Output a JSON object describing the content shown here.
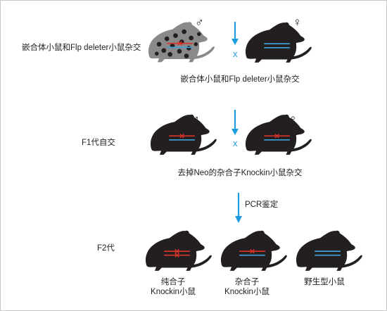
{
  "labels": {
    "row1_left": "嵌合体小鼠和Flp deleter小鼠杂交",
    "row1_caption": "嵌合体小鼠和Flp deleter小鼠杂交",
    "row2_left": "F1代自交",
    "row2_caption": "去掉Neo的杂合子Knockin小鼠杂交",
    "pcr": "PCR鉴定",
    "row3_left": "F2代",
    "mouse_homo_1": "纯合子",
    "mouse_homo_2": "Knockin小鼠",
    "mouse_het_1": "杂合子",
    "mouse_het_2": "Knockin小鼠",
    "mouse_wt": "野生型小鼠"
  },
  "symbols": {
    "male": "♂",
    "female": "♀",
    "cross": "x"
  },
  "colors": {
    "mouse_body": "#231f20",
    "chimera_body": "#8a8a8a",
    "allele_ko": "#d9342b",
    "allele_wt": "#3fa3dc",
    "arrow": "#1e9ae0"
  }
}
